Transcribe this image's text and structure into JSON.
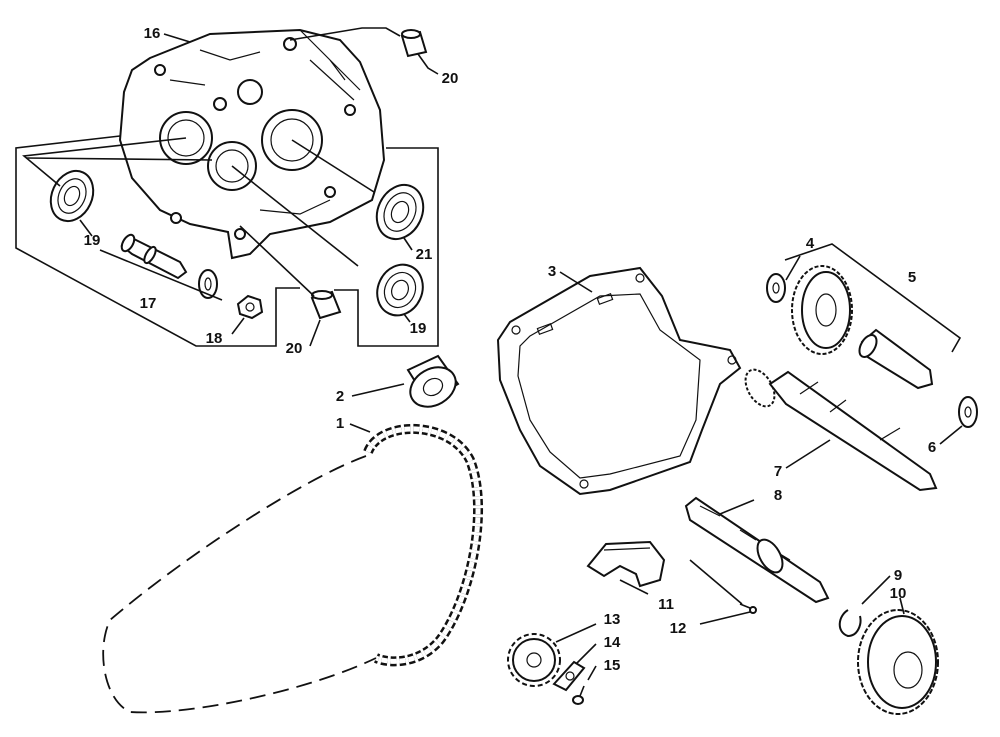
{
  "callouts": {
    "c1": "1",
    "c2": "2",
    "c3": "3",
    "c4": "4",
    "c5": "5",
    "c6": "6",
    "c7": "7",
    "c8": "8",
    "c9": "9",
    "c10": "10",
    "c11": "11",
    "c12": "12",
    "c13": "13",
    "c14": "14",
    "c15": "15",
    "c16": "16",
    "c17": "17",
    "c18": "18",
    "c19a": "19",
    "c19b": "19",
    "c20a": "20",
    "c20b": "20",
    "c21": "21"
  }
}
